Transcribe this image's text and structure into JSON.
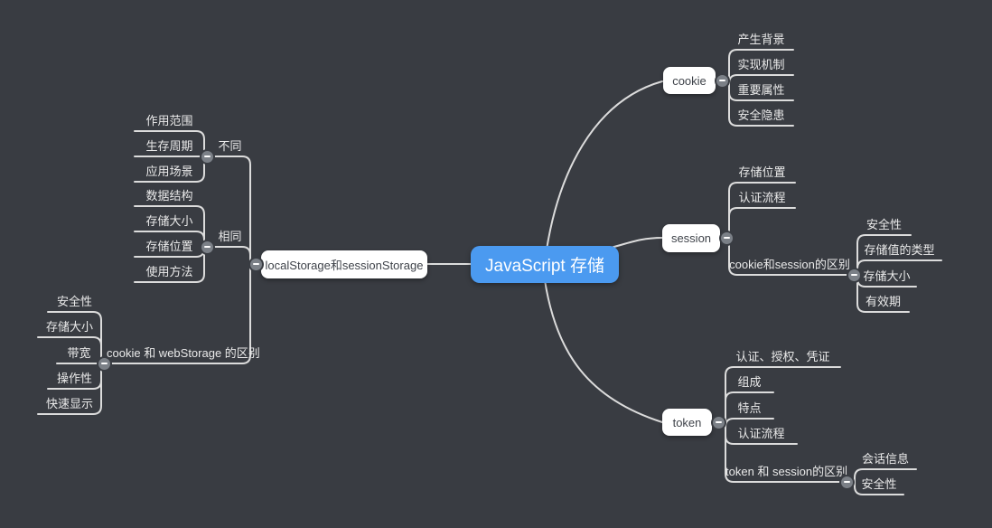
{
  "canvas": {
    "background_color": "#393c42",
    "line_color": "#dcdcdc",
    "root_color": "#4b9af0",
    "node_background": "#ffffff",
    "node_text_color": "#3f434a",
    "branch_text_color": "#eaeaea"
  },
  "mindmap": {
    "root": {
      "label": "JavaScript 存储",
      "children": [
        {
          "label": "cookie",
          "children": [
            {
              "label": "产生背景"
            },
            {
              "label": "实现机制"
            },
            {
              "label": "重要属性"
            },
            {
              "label": "安全隐患"
            }
          ]
        },
        {
          "label": "session",
          "children": [
            {
              "label": "存储位置"
            },
            {
              "label": "认证流程"
            },
            {
              "label": "cookie和session的区别",
              "children": [
                {
                  "label": "安全性"
                },
                {
                  "label": "存储值的类型"
                },
                {
                  "label": "存储大小"
                },
                {
                  "label": "有效期"
                }
              ]
            }
          ]
        },
        {
          "label": "token",
          "children": [
            {
              "label": "认证、授权、凭证"
            },
            {
              "label": "组成"
            },
            {
              "label": "特点"
            },
            {
              "label": "认证流程"
            },
            {
              "label": "token 和 session的区别",
              "children": [
                {
                  "label": "会话信息"
                },
                {
                  "label": "安全性"
                }
              ]
            }
          ]
        },
        {
          "label": "localStorage和sessionStorage",
          "children": [
            {
              "label": "不同",
              "children": [
                {
                  "label": "作用范围"
                },
                {
                  "label": "生存周期"
                },
                {
                  "label": "应用场景"
                }
              ]
            },
            {
              "label": "相同",
              "children": [
                {
                  "label": "数据结构"
                },
                {
                  "label": "存储大小"
                },
                {
                  "label": "存储位置"
                },
                {
                  "label": "使用方法"
                }
              ]
            },
            {
              "label": "cookie 和 webStorage 的区别",
              "children": [
                {
                  "label": "安全性"
                },
                {
                  "label": "存储大小"
                },
                {
                  "label": "带宽"
                },
                {
                  "label": "操作性"
                },
                {
                  "label": "快速显示"
                }
              ]
            }
          ]
        }
      ]
    }
  }
}
